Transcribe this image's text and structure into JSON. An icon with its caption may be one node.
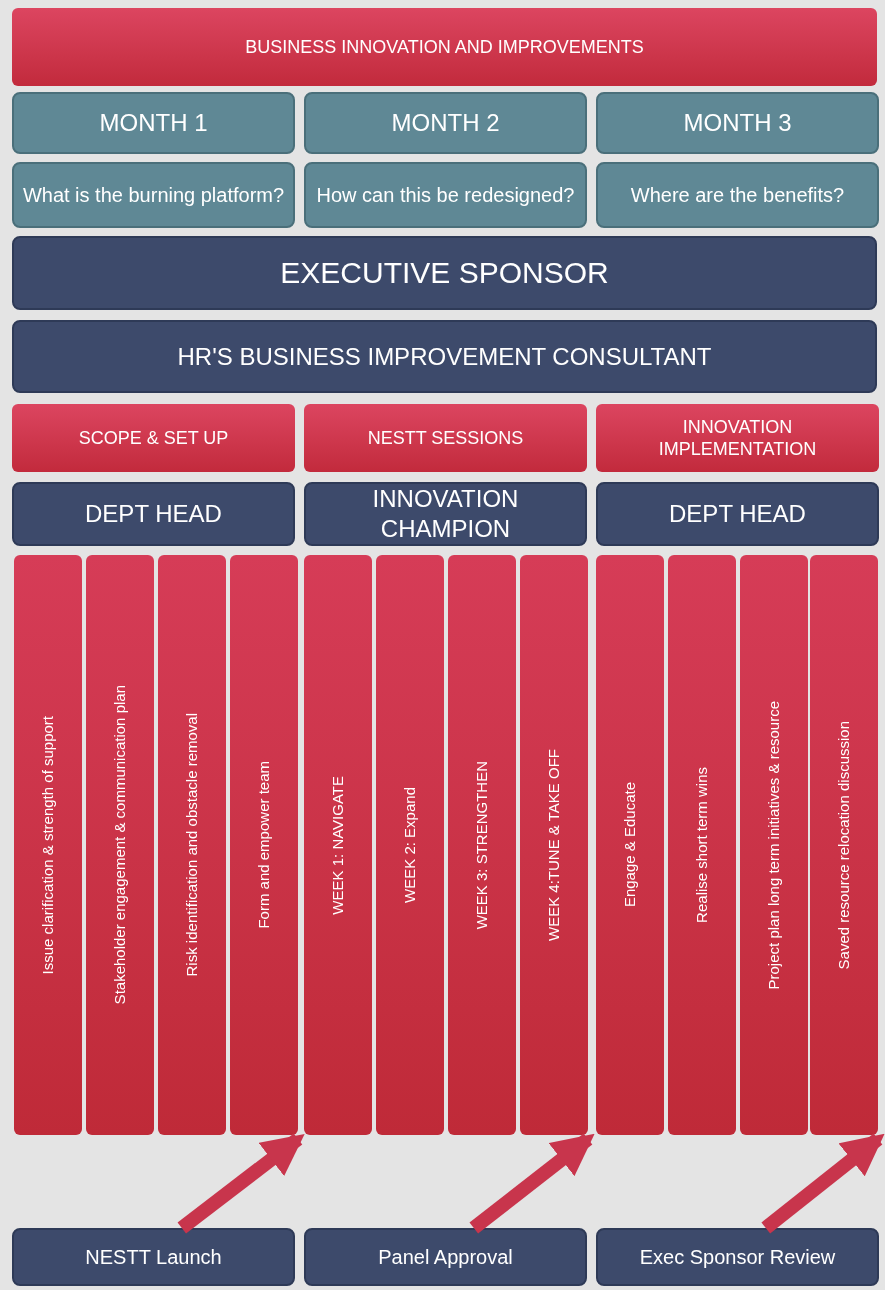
{
  "diagram": {
    "nodes": [
      {
        "text": [
          "BUSINESS INNOVATION AND IMPROVEMENTS"
        ]
      },
      {
        "text": [
          "MONTH 1"
        ]
      },
      {
        "text": [
          "MONTH 2"
        ]
      },
      {
        "text": [
          "MONTH 3"
        ]
      },
      {
        "text": [
          "What is the burning platform?"
        ]
      },
      {
        "text": [
          "How can this be redesigned?"
        ]
      },
      {
        "text": [
          "Where are the benefits?"
        ]
      },
      {
        "text": [
          "EXECUTIVE SPONSOR"
        ]
      },
      {
        "text": [
          "HR'S BUSINESS IMPROVEMENT CONSULTANT"
        ]
      },
      {
        "text": [
          "SCOPE & SET UP"
        ]
      },
      {
        "text": [
          "NESTT SESSIONS"
        ]
      },
      {
        "text": [
          "INNOVATION IMPLEMENTATION"
        ]
      },
      {
        "text": [
          "DEPT HEAD"
        ]
      },
      {
        "text": [
          "INNOVATION CHAMPION"
        ]
      },
      {
        "text": [
          "DEPT HEAD"
        ]
      },
      {
        "text": [
          "Issue clarification & strength of support"
        ]
      },
      {
        "text": [
          "Stakeholder engagement & communication plan"
        ]
      },
      {
        "text": [
          "Risk identification and obstacle removal"
        ]
      },
      {
        "text": [
          "Form and empower team"
        ]
      },
      {
        "text": [
          "WEEK 1: NAVIGATE"
        ]
      },
      {
        "text": [
          "WEEK 2: Expand"
        ]
      },
      {
        "text": [
          "WEEK 3: STRENGTHEN"
        ]
      },
      {
        "text": [
          "WEEK 4:TUNE & TAKE OFF"
        ]
      },
      {
        "text": [
          "Engage & Educate"
        ]
      },
      {
        "text": [
          "Realise short term wins"
        ]
      },
      {
        "text": [
          "Project plan long term initiatives & resource"
        ]
      },
      {
        "text": [
          "Saved resource relocation discussion"
        ]
      },
      {
        "text": [
          "NESTT Launch"
        ]
      },
      {
        "text": [
          "Panel Approval"
        ]
      },
      {
        "text": [
          "Exec Sponsor Review"
        ]
      }
    ],
    "edges": [
      {
        "from": 27,
        "to": 18,
        "arrow": "to"
      },
      {
        "from": 28,
        "to": 22,
        "arrow": "to"
      },
      {
        "from": 29,
        "to": 26,
        "arrow": "to"
      }
    ]
  }
}
